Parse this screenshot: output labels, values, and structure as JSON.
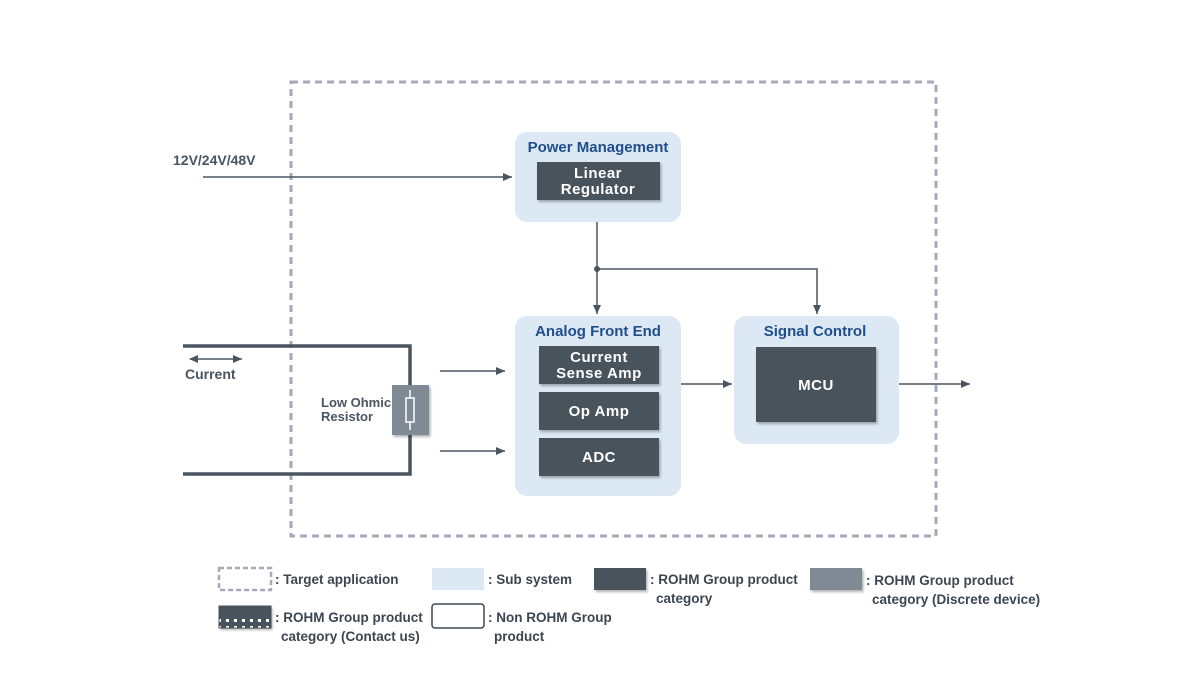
{
  "diagram": {
    "voltage_label": "12V/24V/48V",
    "current_label": "Current",
    "resistor_label_1": "Low Ohmic",
    "resistor_label_2": "Resistor",
    "power_management": {
      "title": "Power Management",
      "linear_regulator_1": "Linear",
      "linear_regulator_2": "Regulator"
    },
    "analog_front_end": {
      "title": "Analog Front End",
      "current_sense_1": "Current",
      "current_sense_2": "Sense Amp",
      "op_amp": "Op Amp",
      "adc": "ADC"
    },
    "signal_control": {
      "title": "Signal Control",
      "mcu": "MCU"
    }
  },
  "legend": {
    "target_application": ": Target application",
    "sub_system": ": Sub system",
    "rohm_product_1": ": ROHM Group product",
    "rohm_product_2": "category",
    "rohm_discrete_1": ": ROHM Group product",
    "rohm_discrete_2": "category (Discrete device)",
    "rohm_contact_1": ": ROHM Group product",
    "rohm_contact_2": "category (Contact us)",
    "non_rohm_1": ": Non ROHM Group",
    "non_rohm_2": "product"
  },
  "colors": {
    "subsystem_fill": "#dde8f5",
    "product_dark": "#48525b",
    "product_discrete": "#7f8a94",
    "target_dash": "#a6aab8",
    "title_blue": "#1f4e8a",
    "wire": "#4a5560"
  }
}
